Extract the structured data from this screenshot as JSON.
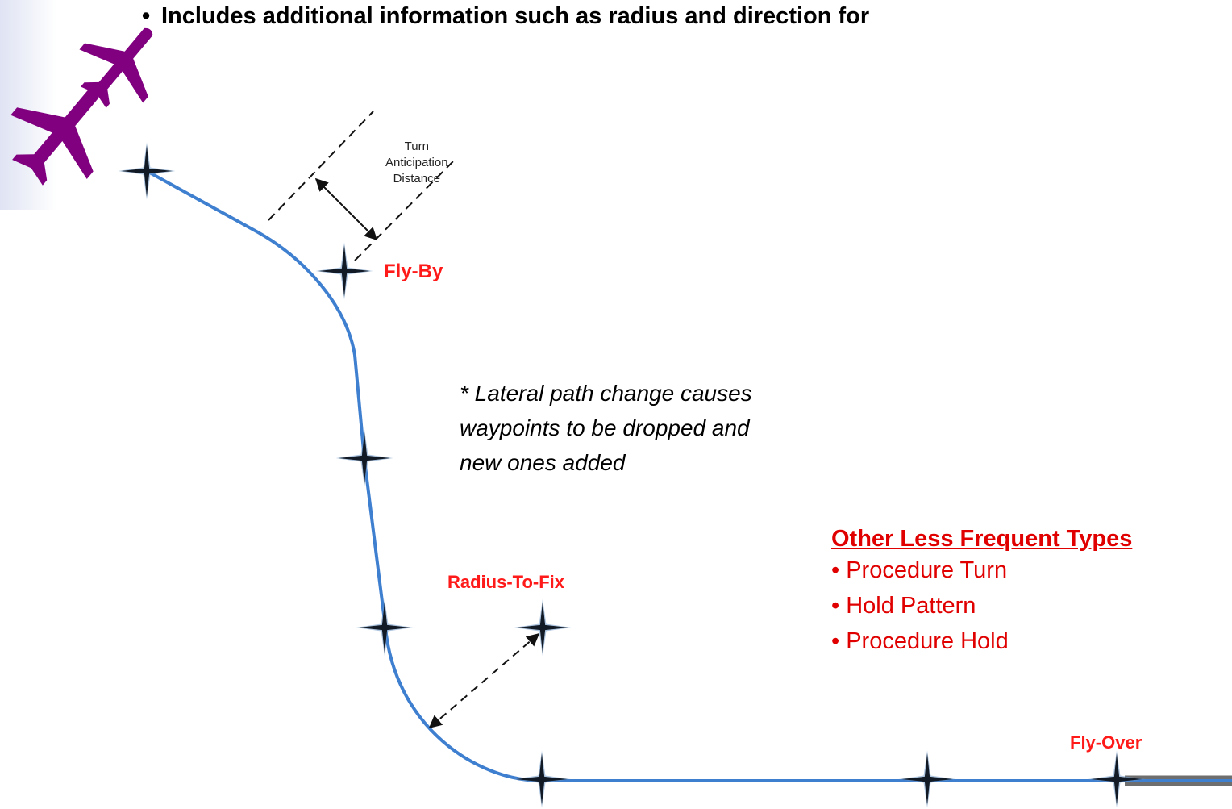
{
  "header": {
    "bullet_text": "Includes additional information such as radius and direction for"
  },
  "diagram": {
    "turn_anticipation_label": [
      "Turn",
      "Anticipation",
      "Distance"
    ],
    "waypoint_labels": {
      "fly_by": "Fly-By",
      "radius_to_fix": "Radius-To-Fix",
      "fly_over": "Fly-Over"
    },
    "note_lines": [
      "* Lateral path change causes",
      "waypoints to be dropped and",
      "new ones added"
    ],
    "colors": {
      "path": "#3f7fd0",
      "aircraft": "#800080",
      "label_red": "#ff1a1a",
      "waypoint": "#1c2433"
    }
  },
  "other_types": {
    "title": "Other Less Frequent Types",
    "items": [
      "• Procedure Turn",
      "• Hold Pattern",
      "• Procedure Hold"
    ],
    "color": "#e00000"
  }
}
